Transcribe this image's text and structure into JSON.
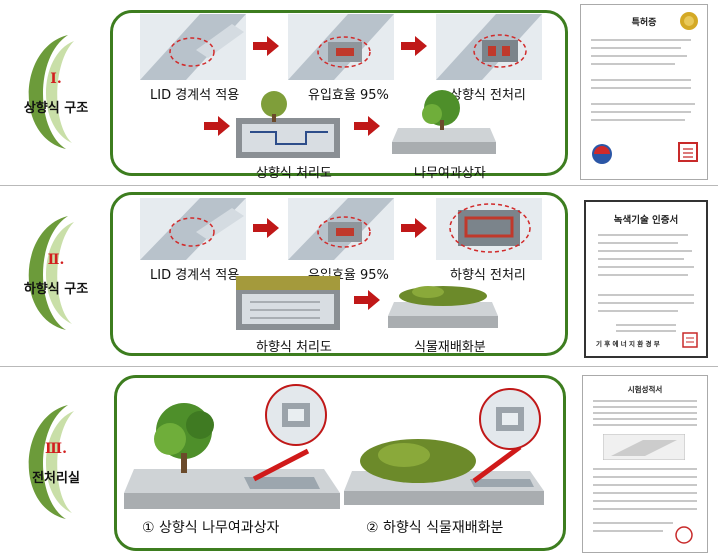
{
  "sections": [
    {
      "numeral": "Ⅰ.",
      "title": "상향식 구조",
      "captions": [
        "LID 경계석 적용",
        "유입효율 95%",
        "상향식 전처리",
        "상향식 처리도",
        "나무여과상자"
      ]
    },
    {
      "numeral": "Ⅱ.",
      "title": "하향식 구조",
      "captions": [
        "LID 경계석 적용",
        "유입효율 95%",
        "하향식 전처리",
        "하향식 처리도",
        "식물재배화분"
      ]
    },
    {
      "numeral": "Ⅲ.",
      "title": "전처리실",
      "captions": [
        "① 상향식 나무여과상자",
        "② 하향식 식물재배화분"
      ]
    }
  ],
  "certificates": {
    "patent_title": "특허증",
    "green_title": "녹색기술 인증서",
    "green_issuer": "기 후 에 너 지 환 경 부",
    "test_title": "시험성적서"
  },
  "colors": {
    "panel_border": "#3d7d1f",
    "numeral_red": "#d21e1e",
    "arrow_red": "#c01818"
  }
}
